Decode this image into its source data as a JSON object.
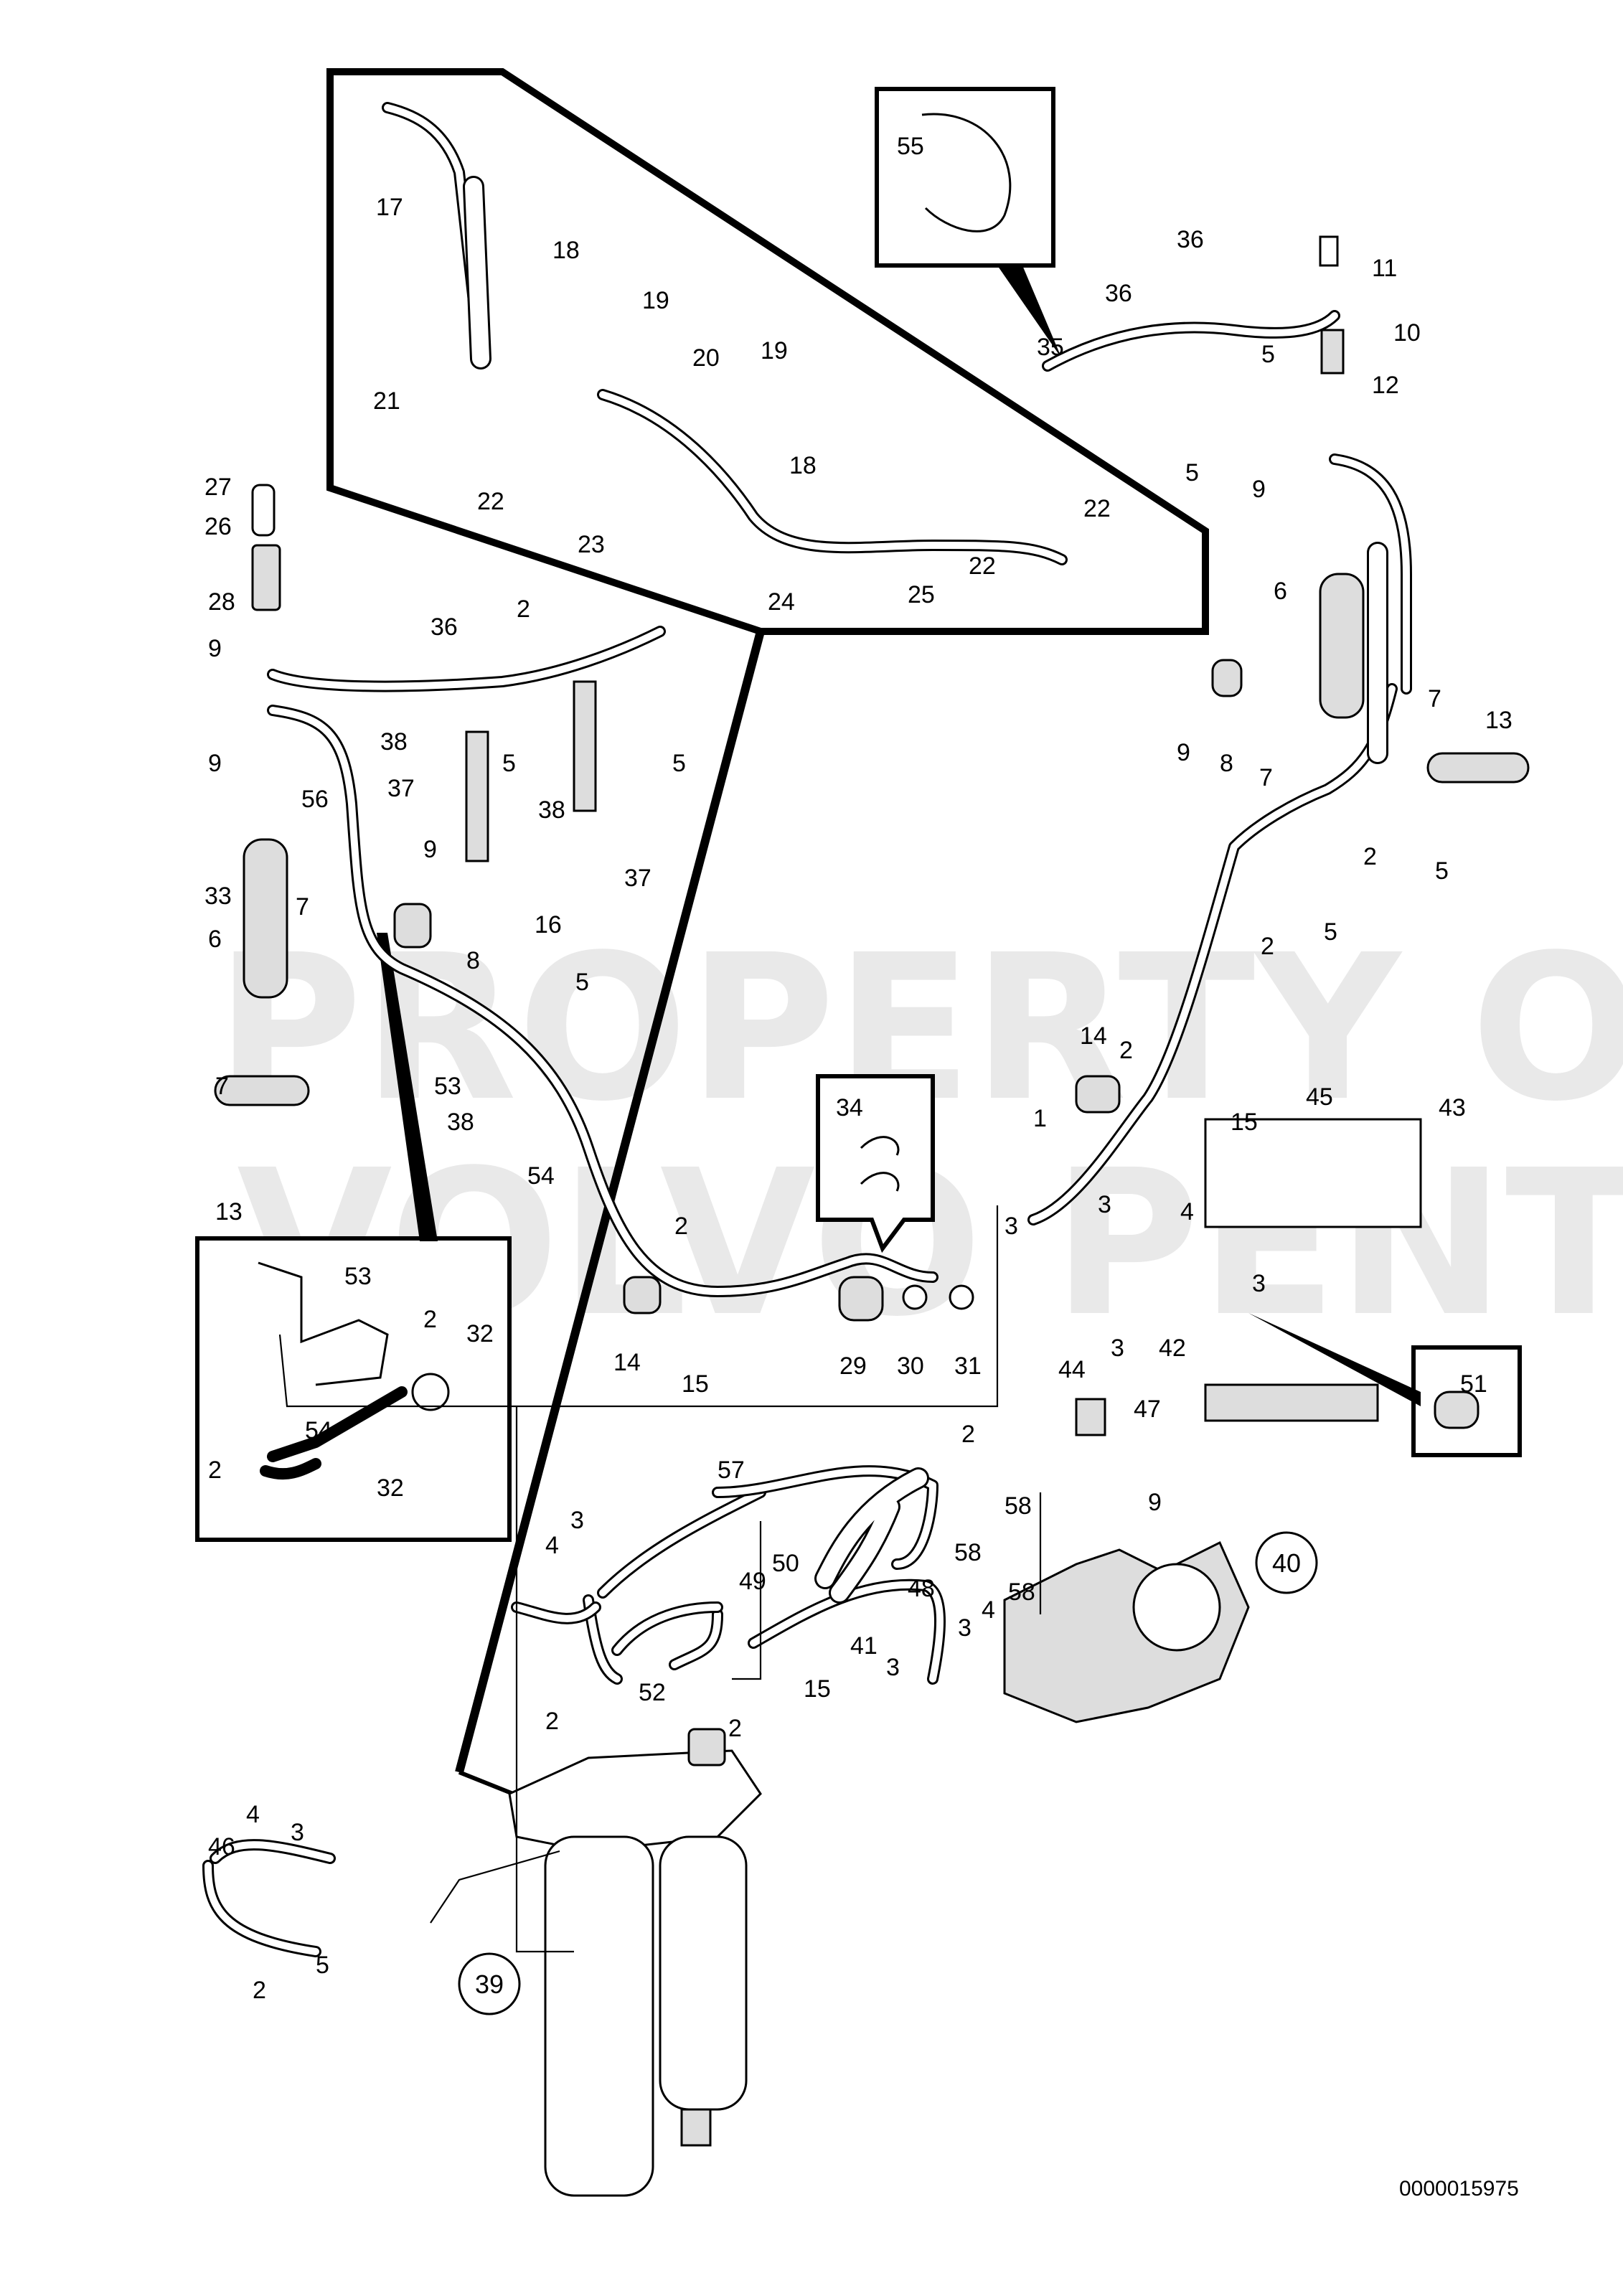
{
  "drawing_number": "0000015975",
  "watermark": {
    "line1": "PROPERTY OF",
    "line2": "VOLVO PENTA"
  },
  "labels": {
    "l1": "1",
    "l2a": "2",
    "l2b": "2",
    "l2c": "2",
    "l2d": "2",
    "l2e": "2",
    "l2f": "2",
    "l2g": "2",
    "l2h": "2",
    "l2i": "2",
    "l2j": "2",
    "l2k": "2",
    "l3a": "3",
    "l3b": "3",
    "l3c": "3",
    "l3d": "3",
    "l3e": "3",
    "l3f": "3",
    "l3g": "3",
    "l3h": "3",
    "l4a": "4",
    "l4b": "4",
    "l4c": "4",
    "l4d": "4",
    "l5a": "5",
    "l5b": "5",
    "l5c": "5",
    "l5d": "5",
    "l5e": "5",
    "l5f": "5",
    "l5g": "5",
    "l5h": "5",
    "l6a": "6",
    "l6b": "6",
    "l7a": "7",
    "l7b": "7",
    "l7c": "7",
    "l7d": "7",
    "l8a": "8",
    "l8b": "8",
    "l9a": "9",
    "l9b": "9",
    "l9c": "9",
    "l9d": "9",
    "l9e": "9",
    "l9f": "9",
    "l10": "10",
    "l11": "11",
    "l12": "12",
    "l13a": "13",
    "l13b": "13",
    "l14a": "14",
    "l14b": "14",
    "l15a": "15",
    "l15b": "15",
    "l15c": "15",
    "l16": "16",
    "l17": "17",
    "l18a": "18",
    "l18b": "18",
    "l19a": "19",
    "l19b": "19",
    "l20": "20",
    "l21": "21",
    "l22a": "22",
    "l22b": "22",
    "l22c": "22",
    "l23": "23",
    "l24": "24",
    "l25": "25",
    "l26": "26",
    "l27": "27",
    "l28": "28",
    "l29": "29",
    "l30": "30",
    "l31": "31",
    "l32a": "32",
    "l32b": "32",
    "l33": "33",
    "l34": "34",
    "l35": "35",
    "l36a": "36",
    "l36b": "36",
    "l36c": "36",
    "l37a": "37",
    "l37b": "37",
    "l38a": "38",
    "l38b": "38",
    "l38c": "38",
    "l39": "39",
    "l40": "40",
    "l41": "41",
    "l42": "42",
    "l43": "43",
    "l44": "44",
    "l45": "45",
    "l46": "46",
    "l47": "47",
    "l48": "48",
    "l49": "49",
    "l50": "50",
    "l51": "51",
    "l52": "52",
    "l53a": "53",
    "l53b": "53",
    "l54a": "54",
    "l54b": "54",
    "l55": "55",
    "l56": "56",
    "l57": "57",
    "l58a": "58",
    "l58b": "58"
  }
}
